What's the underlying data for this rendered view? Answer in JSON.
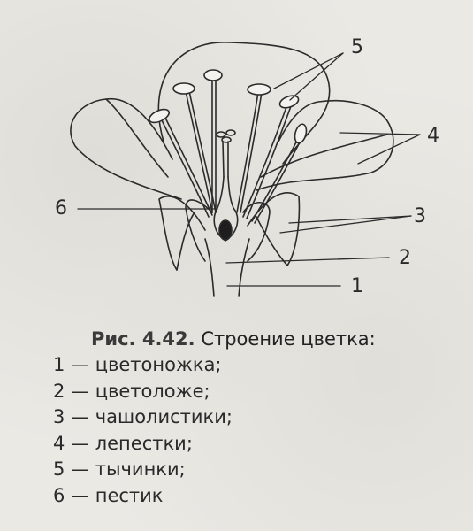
{
  "figure": {
    "number": "Рис. 4.42.",
    "title": "Строение цветка:"
  },
  "callouts": {
    "c1": "1",
    "c2": "2",
    "c3": "3",
    "c4": "4",
    "c5": "5",
    "c6": "6"
  },
  "legend": [
    {
      "text": "1 — цветоножка;"
    },
    {
      "text": "2 — цветоложе;"
    },
    {
      "text": "3 — чашолистики;"
    },
    {
      "text": "4 — лепестки;"
    },
    {
      "text": "5 — тычинки;"
    },
    {
      "text": "6 — пестик"
    }
  ]
}
